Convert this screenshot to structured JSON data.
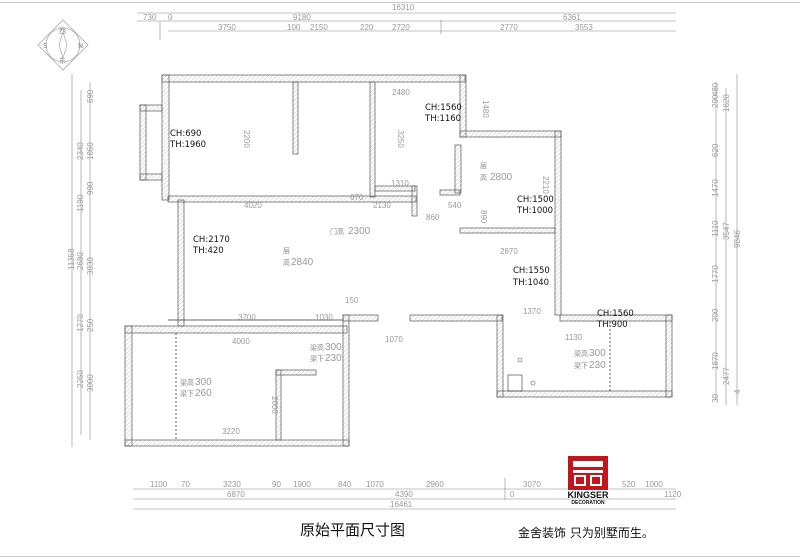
{
  "compass": {
    "top": "西",
    "bottom": "东",
    "left": "S",
    "right": "N"
  },
  "top_dims": {
    "total": "16310",
    "a": "730",
    "b": "0",
    "c": "9180",
    "d": "6361",
    "row3": [
      "3750",
      "100",
      "2150",
      "220",
      "2720",
      "2770",
      "3553"
    ]
  },
  "left_dims": {
    "total": "11358",
    "col1": [
      "2340",
      "1190",
      "2680",
      "1270",
      "2250"
    ],
    "col2": [
      "690",
      "1860",
      "990",
      "3830",
      "250",
      "3000"
    ]
  },
  "right_dims": {
    "col1": [
      "290",
      "480",
      "620",
      "1470",
      "1110",
      "1770",
      "200",
      "1870",
      "30"
    ],
    "col2": [
      "1620",
      "3547",
      "2477"
    ],
    "col3": [
      "9846",
      "4"
    ]
  },
  "bottom_dims": {
    "row1": [
      "1100",
      "70",
      "3230",
      "90",
      "1900",
      "840",
      "1070",
      "2960",
      "3070",
      "520",
      "1000"
    ],
    "row2": [
      "6870",
      "4390",
      "0",
      "1120"
    ],
    "total": "16461"
  },
  "labels": {
    "ch690": "CH:690",
    "th1960": "TH:1960",
    "ch1560a": "CH:1560",
    "th1160": "TH:1160",
    "ch1500": "CH:1500",
    "th1000": "TH:1000",
    "ch2170": "CH:2170",
    "th420": "TH:420",
    "ch1550": "CH:1550",
    "th1040": "TH:1040",
    "ch1560b": "CH:1560",
    "th900": "TH:900"
  },
  "room_dims": [
    "2200",
    "2480",
    "1480",
    "3250",
    "1310",
    "670",
    "4020",
    "2130",
    "860",
    "540",
    "890",
    "2210",
    "2870",
    "150",
    "3700",
    "1030",
    "4000",
    "1070",
    "1370",
    "1130",
    "2000",
    "3220"
  ],
  "heights": {
    "floor_a_1": "层",
    "floor_a_2": "高",
    "floor_a_val": "2800",
    "floor_b_1": "层",
    "floor_b_2": "高",
    "floor_b_val": "2840",
    "door_label": "门高",
    "door_val": "2300",
    "beam1_h": "梁高",
    "beam1_hv": "300",
    "beam1_u": "梁下",
    "beam1_uv": "230",
    "beam2_h": "梁高",
    "beam2_hv": "300",
    "beam2_u": "梁下",
    "beam2_uv": "260",
    "beam3_h": "梁高",
    "beam3_hv": "300",
    "beam3_u": "梁下",
    "beam3_uv": "230"
  },
  "title": "原始平面尺寸图",
  "brand": {
    "name": "KINGSER",
    "sub": "DECORATION",
    "slogan": "金舍装饰 只为别墅而生。",
    "color": "#c0161c"
  }
}
